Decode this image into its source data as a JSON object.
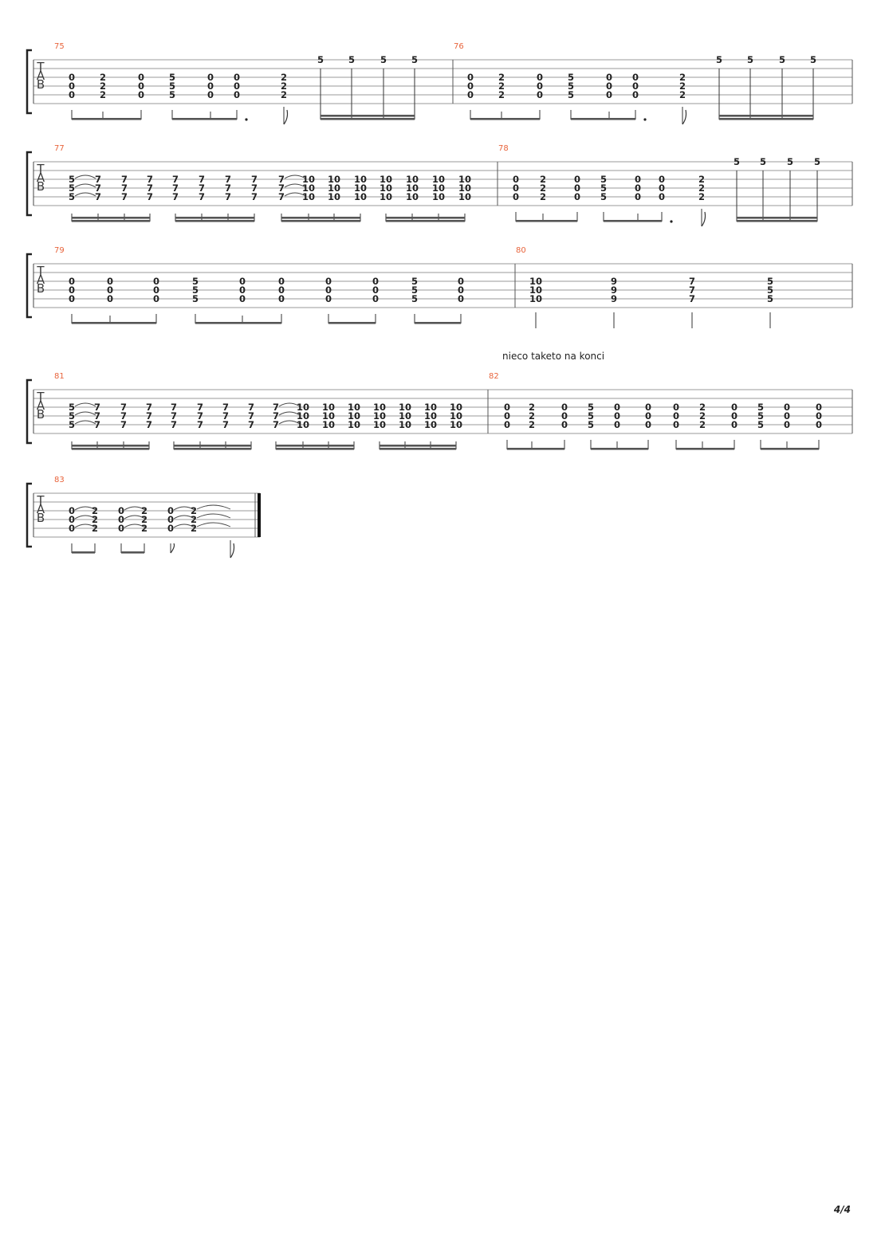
{
  "page": {
    "number": "4/4"
  },
  "tab_label": [
    "T",
    "A",
    "B"
  ],
  "annotation": "nieco taketo na konci",
  "systems": [
    {
      "measures": [
        {
          "number": "75",
          "chords": [
            {
              "f": [
                "0",
                "0",
                "0"
              ]
            },
            {
              "f": [
                "2",
                "2",
                "2"
              ]
            },
            {
              "f": [
                "0",
                "0",
                "0"
              ]
            },
            {
              "f": [
                "5",
                "5",
                "5"
              ]
            },
            {
              "f": [
                "0",
                "0",
                "0"
              ]
            },
            {
              "f": [
                "0",
                "0",
                "0"
              ],
              "dot": true
            },
            {
              "f": [
                "2",
                "2",
                "2"
              ],
              "flag": true
            },
            {
              "f": [
                "5"
              ],
              "s": 0
            },
            {
              "f": [
                "5"
              ],
              "s": 0
            },
            {
              "f": [
                "5"
              ],
              "s": 0
            },
            {
              "f": [
                "5"
              ],
              "s": 0
            }
          ]
        },
        {
          "number": "76",
          "chords": [
            {
              "f": [
                "0",
                "0",
                "0"
              ]
            },
            {
              "f": [
                "2",
                "2",
                "2"
              ]
            },
            {
              "f": [
                "0",
                "0",
                "0"
              ]
            },
            {
              "f": [
                "5",
                "5",
                "5"
              ]
            },
            {
              "f": [
                "0",
                "0",
                "0"
              ]
            },
            {
              "f": [
                "0",
                "0",
                "0"
              ],
              "dot": true
            },
            {
              "f": [
                "2",
                "2",
                "2"
              ],
              "flag": true
            },
            {
              "f": [
                "5"
              ],
              "s": 0
            },
            {
              "f": [
                "5"
              ],
              "s": 0
            },
            {
              "f": [
                "5"
              ],
              "s": 0
            },
            {
              "f": [
                "5"
              ],
              "s": 0
            }
          ]
        }
      ]
    },
    {
      "measures": [
        {
          "number": "77",
          "chords": [
            {
              "f": [
                "5",
                "5",
                "5"
              ],
              "slur": true
            },
            {
              "f": [
                "7",
                "7",
                "7"
              ]
            },
            {
              "f": [
                "7",
                "7",
                "7"
              ]
            },
            {
              "f": [
                "7",
                "7",
                "7"
              ]
            },
            {
              "f": [
                "7",
                "7",
                "7"
              ]
            },
            {
              "f": [
                "7",
                "7",
                "7"
              ]
            },
            {
              "f": [
                "7",
                "7",
                "7"
              ]
            },
            {
              "f": [
                "7",
                "7",
                "7"
              ]
            },
            {
              "f": [
                "7",
                "7",
                "7"
              ],
              "slur": true
            },
            {
              "f": [
                "10",
                "10",
                "10"
              ]
            },
            {
              "f": [
                "10",
                "10",
                "10"
              ]
            },
            {
              "f": [
                "10",
                "10",
                "10"
              ]
            },
            {
              "f": [
                "10",
                "10",
                "10"
              ]
            },
            {
              "f": [
                "10",
                "10",
                "10"
              ]
            },
            {
              "f": [
                "10",
                "10",
                "10"
              ]
            },
            {
              "f": [
                "10",
                "10",
                "10"
              ]
            }
          ]
        },
        {
          "number": "78",
          "chords": [
            {
              "f": [
                "0",
                "0",
                "0"
              ]
            },
            {
              "f": [
                "2",
                "2",
                "2"
              ]
            },
            {
              "f": [
                "0",
                "0",
                "0"
              ]
            },
            {
              "f": [
                "5",
                "5",
                "5"
              ]
            },
            {
              "f": [
                "0",
                "0",
                "0"
              ]
            },
            {
              "f": [
                "0",
                "0",
                "0"
              ],
              "dot": true
            },
            {
              "f": [
                "2",
                "2",
                "2"
              ],
              "flag": true
            },
            {
              "f": [
                "5"
              ],
              "s": 0
            },
            {
              "f": [
                "5"
              ],
              "s": 0
            },
            {
              "f": [
                "5"
              ],
              "s": 0
            },
            {
              "f": [
                "5"
              ],
              "s": 0
            }
          ]
        }
      ]
    },
    {
      "measures": [
        {
          "number": "79",
          "chords": [
            {
              "f": [
                "0",
                "0",
                "0"
              ]
            },
            {
              "f": [
                "0",
                "0",
                "0"
              ]
            },
            {
              "f": [
                "0",
                "0",
                "0"
              ]
            },
            {
              "f": [
                "5",
                "5",
                "5"
              ]
            },
            {
              "f": [
                "0",
                "0",
                "0"
              ]
            },
            {
              "f": [
                "0",
                "0",
                "0"
              ]
            },
            {
              "f": [
                "0",
                "0",
                "0"
              ]
            },
            {
              "f": [
                "0",
                "0",
                "0"
              ]
            },
            {
              "f": [
                "5",
                "5",
                "5"
              ]
            },
            {
              "f": [
                "0",
                "0",
                "0"
              ]
            }
          ]
        },
        {
          "number": "80",
          "chords": [
            {
              "f": [
                "10",
                "10",
                "10"
              ]
            },
            {
              "f": [
                "9",
                "9",
                "9"
              ]
            },
            {
              "f": [
                "7",
                "7",
                "7"
              ]
            },
            {
              "f": [
                "5",
                "5",
                "5"
              ]
            }
          ]
        }
      ]
    },
    {
      "measures": [
        {
          "number": "81",
          "chords": [
            {
              "f": [
                "5",
                "5",
                "5"
              ],
              "slur": true
            },
            {
              "f": [
                "7",
                "7",
                "7"
              ]
            },
            {
              "f": [
                "7",
                "7",
                "7"
              ]
            },
            {
              "f": [
                "7",
                "7",
                "7"
              ]
            },
            {
              "f": [
                "7",
                "7",
                "7"
              ]
            },
            {
              "f": [
                "7",
                "7",
                "7"
              ]
            },
            {
              "f": [
                "7",
                "7",
                "7"
              ]
            },
            {
              "f": [
                "7",
                "7",
                "7"
              ]
            },
            {
              "f": [
                "7",
                "7",
                "7"
              ],
              "slur": true
            },
            {
              "f": [
                "10",
                "10",
                "10"
              ]
            },
            {
              "f": [
                "10",
                "10",
                "10"
              ]
            },
            {
              "f": [
                "10",
                "10",
                "10"
              ]
            },
            {
              "f": [
                "10",
                "10",
                "10"
              ]
            },
            {
              "f": [
                "10",
                "10",
                "10"
              ]
            },
            {
              "f": [
                "10",
                "10",
                "10"
              ]
            },
            {
              "f": [
                "10",
                "10",
                "10"
              ]
            }
          ]
        },
        {
          "number": "82",
          "chords": [
            {
              "f": [
                "0",
                "0",
                "0"
              ]
            },
            {
              "f": [
                "2",
                "2",
                "2"
              ]
            },
            {
              "f": [
                "0",
                "0",
                "0"
              ]
            },
            {
              "f": [
                "5",
                "5",
                "5"
              ]
            },
            {
              "f": [
                "0",
                "0",
                "0"
              ]
            },
            {
              "f": [
                "0",
                "0",
                "0"
              ]
            },
            {
              "f": [
                "0",
                "0",
                "0"
              ]
            },
            {
              "f": [
                "2",
                "2",
                "2"
              ]
            },
            {
              "f": [
                "0",
                "0",
                "0"
              ]
            },
            {
              "f": [
                "5",
                "5",
                "5"
              ]
            },
            {
              "f": [
                "0",
                "0",
                "0"
              ]
            },
            {
              "f": [
                "0",
                "0",
                "0"
              ]
            }
          ]
        }
      ]
    },
    {
      "measures": [
        {
          "number": "83",
          "chords": [
            {
              "f": [
                "0",
                "0",
                "0"
              ],
              "slur": true
            },
            {
              "f": [
                "2",
                "2",
                "2"
              ]
            },
            {
              "f": [
                "0",
                "0",
                "0"
              ],
              "slur": true
            },
            {
              "f": [
                "2",
                "2",
                "2"
              ]
            },
            {
              "f": [
                "0",
                "0",
                "0"
              ],
              "slur": true
            },
            {
              "f": [
                "2",
                "2",
                "2"
              ],
              "tie": true,
              "flag": true
            }
          ]
        }
      ]
    }
  ]
}
